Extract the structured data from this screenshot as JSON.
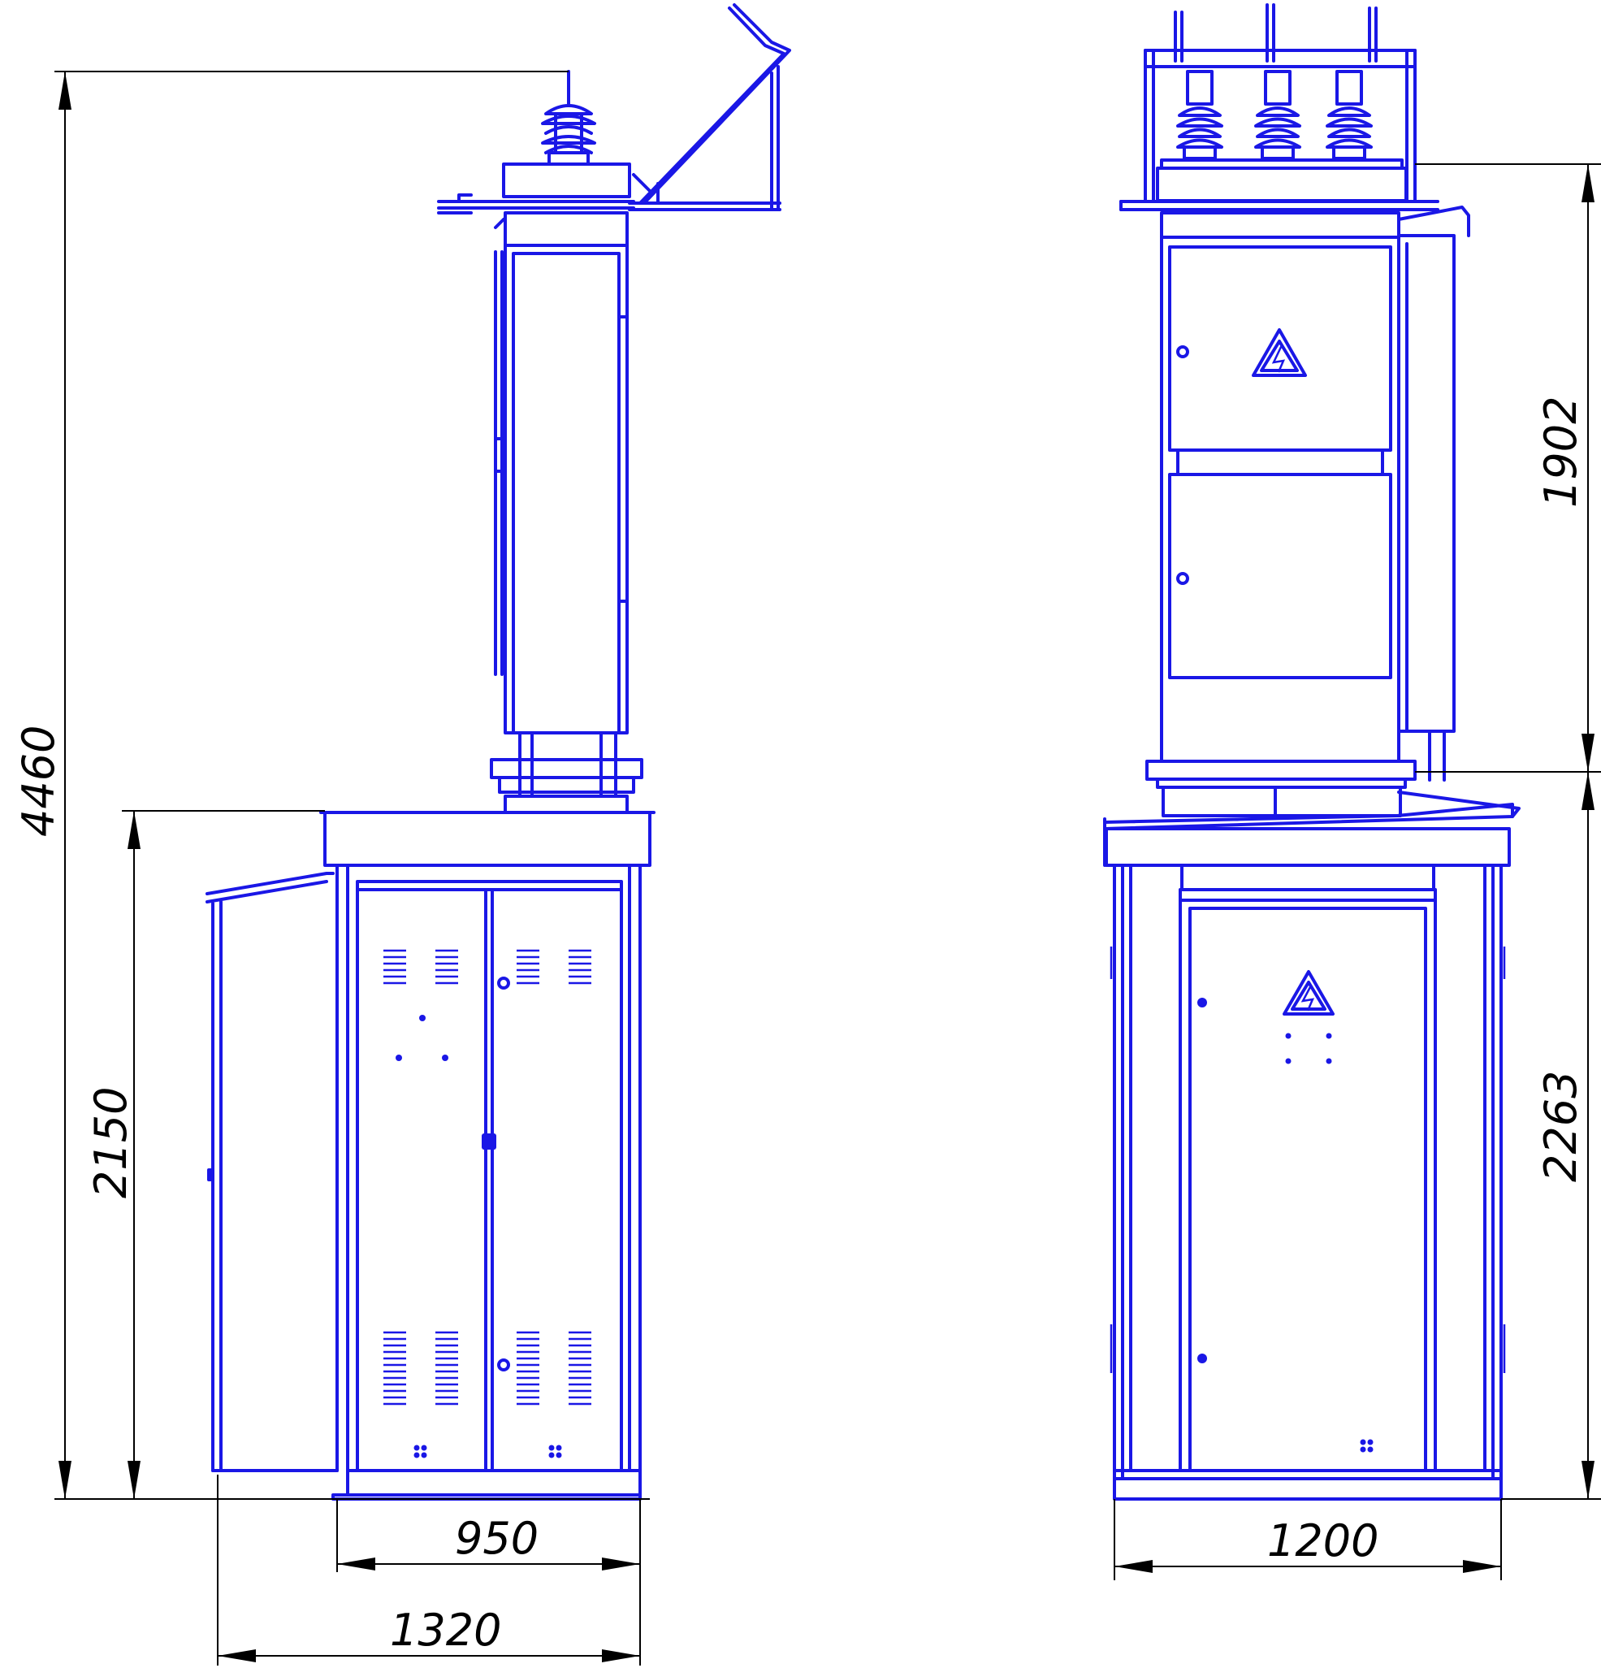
{
  "colors": {
    "line": "#1a17e6",
    "dimension": "#000000",
    "background": "#ffffff"
  },
  "icons": [
    "high-voltage-warning-icon"
  ],
  "dimensions": {
    "total_height": "4460",
    "cabinet_height_side": "2150",
    "base_width": "950",
    "overall_width": "1320",
    "upper_height_front": "1902",
    "cabinet_height_front": "2263",
    "front_width": "1200"
  }
}
